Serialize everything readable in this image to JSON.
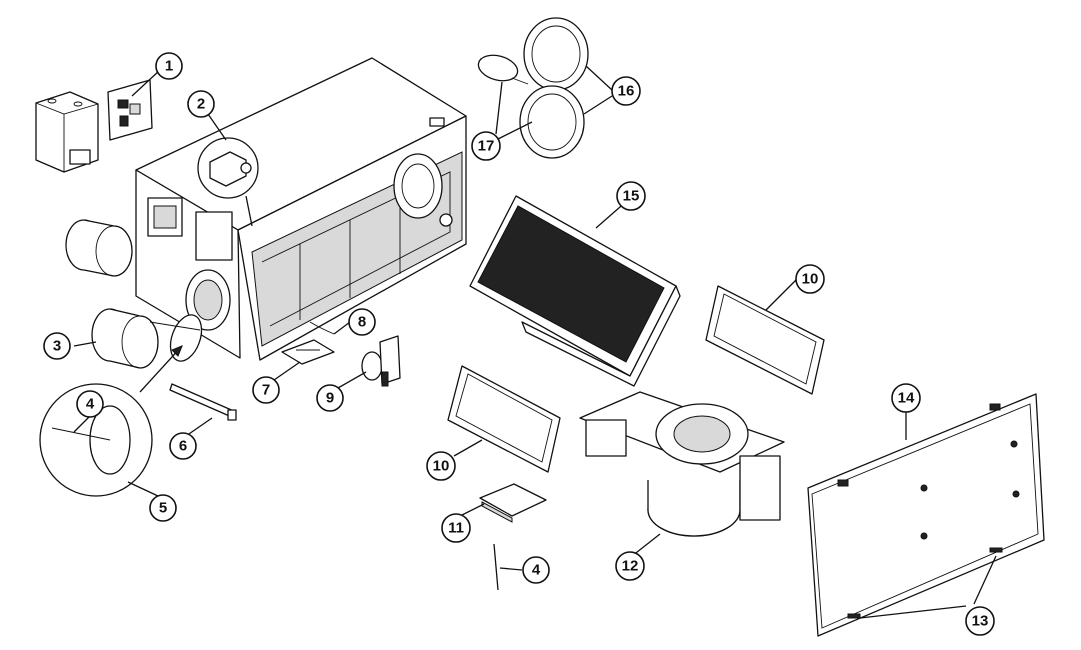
{
  "callouts": {
    "c1": "1",
    "c2": "2",
    "c3": "3",
    "c4a": "4",
    "c4b": "4",
    "c5": "5",
    "c6": "6",
    "c7": "7",
    "c8": "8",
    "c9": "9",
    "c10a": "10",
    "c10b": "10",
    "c11": "11",
    "c12": "12",
    "c13": "13",
    "c14": "14",
    "c15": "15",
    "c16": "16",
    "c17": "17"
  }
}
